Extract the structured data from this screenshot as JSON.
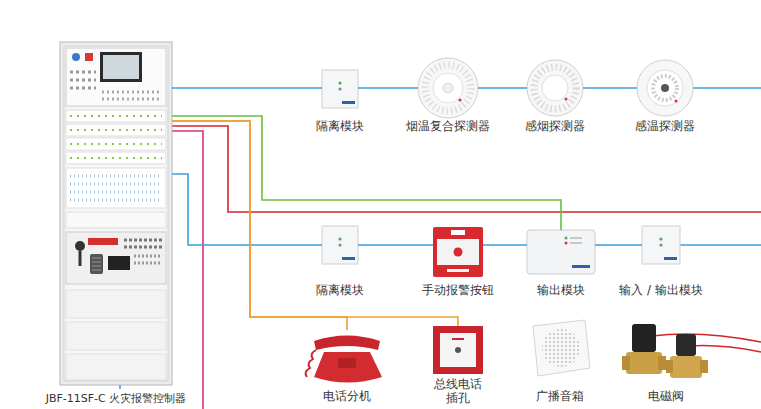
{
  "diagram": {
    "nodes": [
      {
        "text": [
          "JBF-11SF-C 火灾报警控制器"
        ]
      },
      {
        "text": [
          "隔离模块"
        ]
      },
      {
        "text": [
          "烟温复合探测器"
        ]
      },
      {
        "text": [
          "感烟探测器"
        ]
      },
      {
        "text": [
          "感温探测器"
        ]
      },
      {
        "text": [
          "隔离模块"
        ]
      },
      {
        "text": [
          "手动报警按钮"
        ]
      },
      {
        "text": [
          "输出模块"
        ]
      },
      {
        "text": [
          "输入 / 输出模块"
        ]
      },
      {
        "text": [
          "电话分机"
        ]
      },
      {
        "text": [
          "总线电话 插孔"
        ]
      },
      {
        "text": [
          "广播音箱"
        ]
      },
      {
        "text": [
          "电磁阀"
        ]
      }
    ],
    "edges": [
      {
        "from": 0,
        "to": 1,
        "arrow": "none"
      },
      {
        "from": 1,
        "to": 2,
        "arrow": "none"
      },
      {
        "from": 2,
        "to": 3,
        "arrow": "none"
      },
      {
        "from": 3,
        "to": 4,
        "arrow": "none"
      },
      {
        "from": 0,
        "to": 7,
        "arrow": "none"
      },
      {
        "from": 0,
        "to": 5,
        "arrow": "none"
      },
      {
        "from": 5,
        "to": 6,
        "arrow": "none"
      },
      {
        "from": 6,
        "to": 7,
        "arrow": "none"
      },
      {
        "from": 7,
        "to": 8,
        "arrow": "none"
      },
      {
        "from": 0,
        "to": 9,
        "arrow": "none"
      },
      {
        "from": 0,
        "to": 10,
        "arrow": "none"
      }
    ]
  }
}
